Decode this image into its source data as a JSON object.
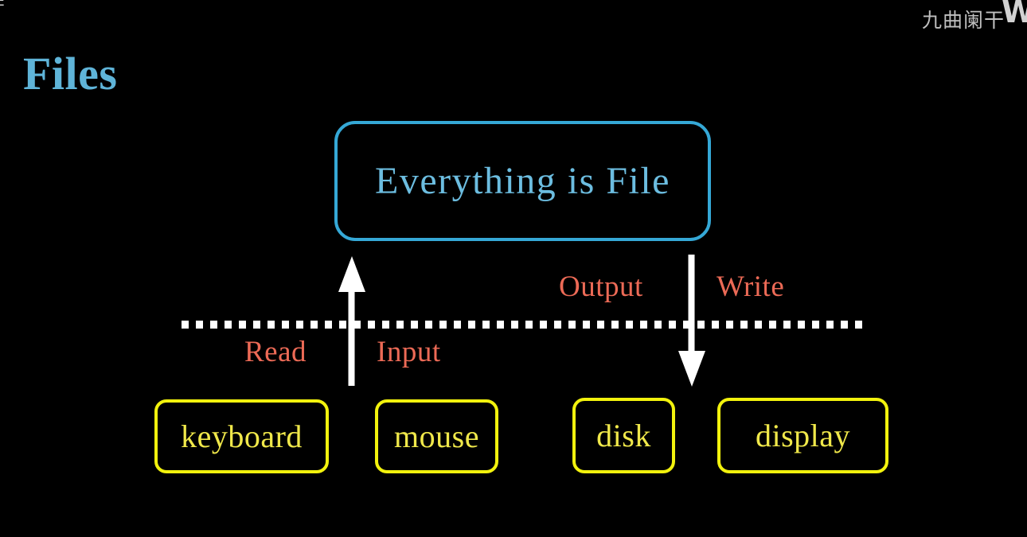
{
  "page": {
    "title": "Files",
    "background_color": "#000000",
    "watermark": "九曲阑干",
    "corner_glyph_left": "E",
    "corner_glyph_right": "W"
  },
  "colors": {
    "title_blue": "#5fb4d8",
    "concept_border": "#35a8d6",
    "concept_text": "#6cbde0",
    "flow_label_red": "#ec6a56",
    "device_border_yellow": "#f2f20d",
    "device_text_yellow": "#f0e84a",
    "arrow_white": "#ffffff",
    "boundary_white": "#ffffff"
  },
  "concept": {
    "label": "Everything is File"
  },
  "flow_labels": {
    "read": "Read",
    "input": "Input",
    "output": "Output",
    "write": "Write"
  },
  "arrows": [
    {
      "name": "input-arrow",
      "direction": "up",
      "label_pair": [
        "Read",
        "Input"
      ]
    },
    {
      "name": "output-arrow",
      "direction": "down",
      "label_pair": [
        "Output",
        "Write"
      ]
    }
  ],
  "devices": [
    {
      "label": "keyboard",
      "kind": "input"
    },
    {
      "label": "mouse",
      "kind": "input"
    },
    {
      "label": "disk",
      "kind": "output"
    },
    {
      "label": "display",
      "kind": "output"
    }
  ],
  "boundary": {
    "style": "dotted",
    "description": "kernel / hardware boundary"
  }
}
